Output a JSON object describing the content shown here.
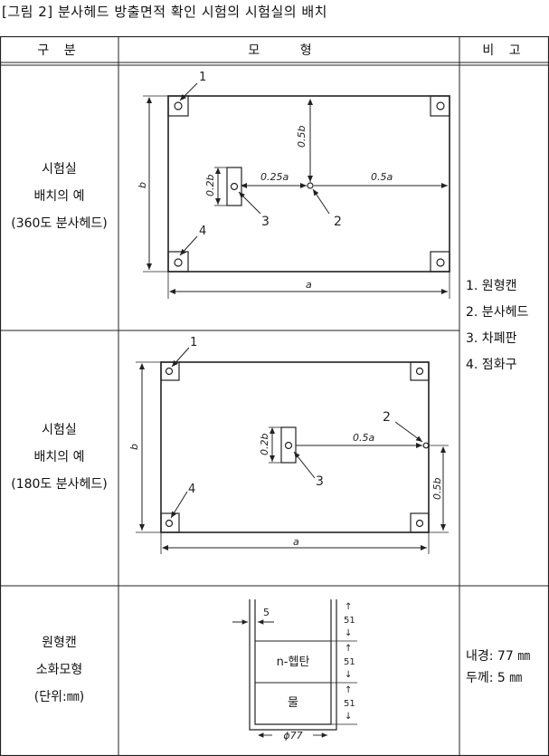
{
  "caption": "[그림 2] 분사헤드 방출면적 확인 시험의 시험실의 배치",
  "table": {
    "headers": [
      "구 분",
      "모 형",
      "비 고"
    ],
    "row1": {
      "label": [
        "시험실",
        "배치의 예",
        "(360도 분사헤드)"
      ]
    },
    "row2": {
      "label": [
        "시험실",
        "배치의 예",
        "(180도 분사헤드)"
      ]
    },
    "row3": {
      "label": [
        "원형캔",
        "소화모형",
        "(단위:㎜)"
      ]
    },
    "legend": [
      "1. 원형캔",
      "2. 분사헤드",
      "3. 차폐판",
      "4. 점화구"
    ],
    "can_note": [
      "내경: 77 ㎜",
      "두께:  5 ㎜"
    ]
  },
  "fig1": {
    "n1": "1",
    "n2": "2",
    "n3": "3",
    "n4": "4",
    "dim_a": "a",
    "dim_b": "b",
    "dim_05b": "0.5b",
    "dim_025a": "0.25a",
    "dim_05a": "0.5a",
    "dim_02b": "0.2b"
  },
  "fig2": {
    "n1": "1",
    "n2": "2",
    "n3": "3",
    "n4": "4",
    "dim_a": "a",
    "dim_b": "b",
    "dim_05a": "0.5a",
    "dim_02b": "0.2b",
    "dim_05b": "0.5b"
  },
  "fig3": {
    "t5": "5",
    "d1": "51",
    "d2": "51",
    "d3": "51",
    "heptane": "n-헵탄",
    "water": "물",
    "dia": "ϕ77"
  }
}
